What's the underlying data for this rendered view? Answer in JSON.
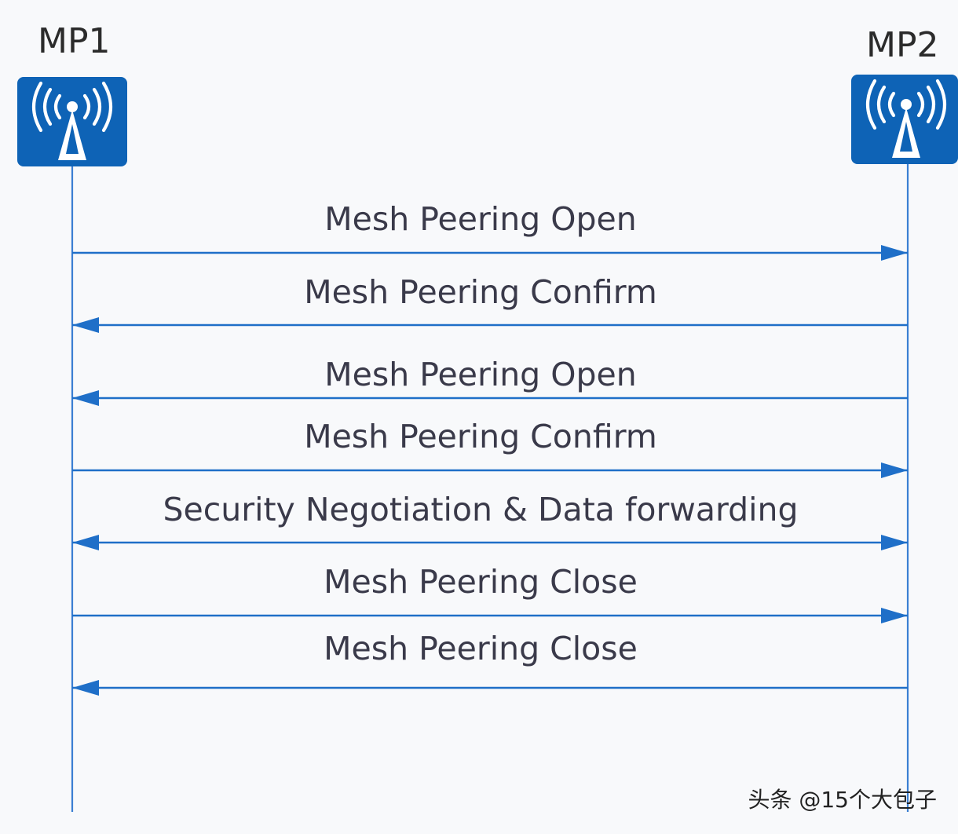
{
  "nodes": {
    "left": {
      "label": "MP1",
      "icon": "wireless-access-point-icon"
    },
    "right": {
      "label": "MP2",
      "icon": "wireless-access-point-icon"
    }
  },
  "colors": {
    "icon_background": "#0e63b6",
    "lifeline": "#3b7fd3",
    "arrow": "#1f6fc8",
    "text": "#3a3a4a"
  },
  "messages": [
    {
      "label": "Mesh Peering Open",
      "direction": "right"
    },
    {
      "label": "Mesh Peering Confirm",
      "direction": "left"
    },
    {
      "label": "Mesh Peering Open",
      "direction": "left"
    },
    {
      "label": "Mesh Peering Confirm",
      "direction": "right"
    },
    {
      "label": "Security Negotiation & Data forwarding",
      "direction": "both"
    },
    {
      "label": "Mesh Peering Close",
      "direction": "right"
    },
    {
      "label": "Mesh Peering Close",
      "direction": "left"
    }
  ],
  "watermark": "头条 @15个大包子"
}
